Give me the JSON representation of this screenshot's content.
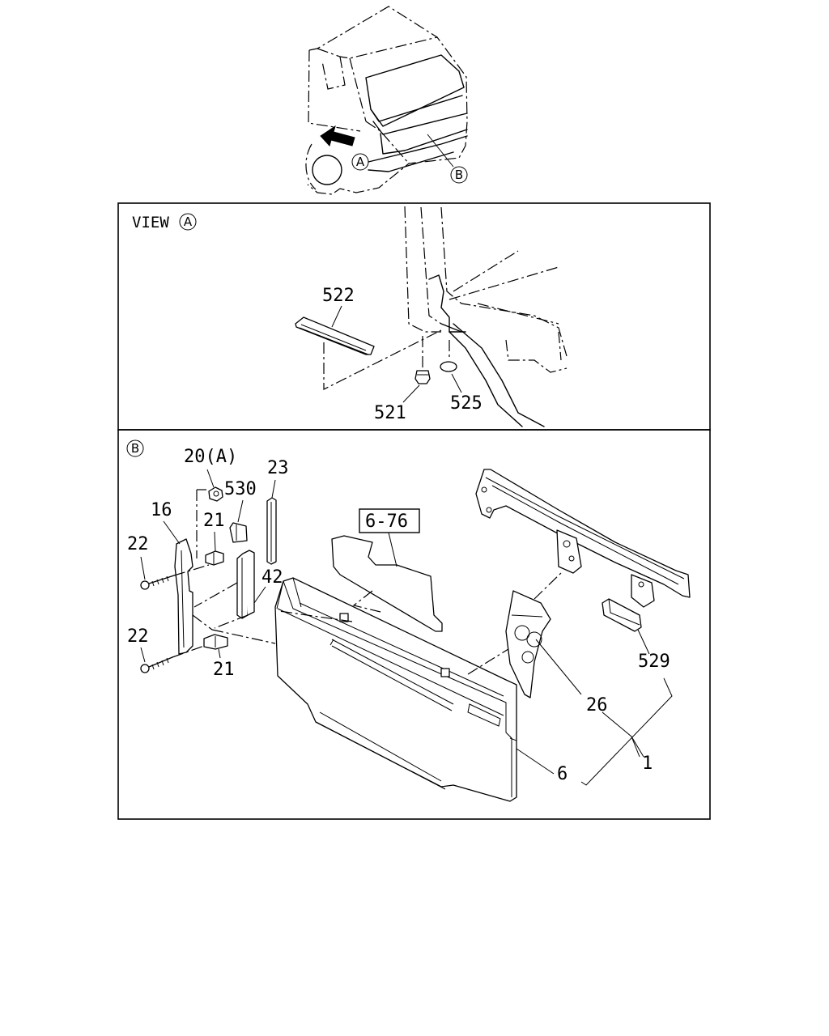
{
  "view_a": {
    "title": "VIEW",
    "marker": "A"
  },
  "view_b": {
    "marker": "B"
  },
  "callouts": {
    "overview_a": "A",
    "overview_b": "B",
    "p522": "522",
    "p521": "521",
    "p525": "525",
    "p20a": "20(A)",
    "p530": "530",
    "p23": "23",
    "p16": "16",
    "p21_top": "21",
    "p22_top": "22",
    "p42": "42",
    "p676": "6-76",
    "p22_bottom": "22",
    "p21_bottom": "21",
    "p529": "529",
    "p26": "26",
    "p1": "1",
    "p6": "6"
  }
}
